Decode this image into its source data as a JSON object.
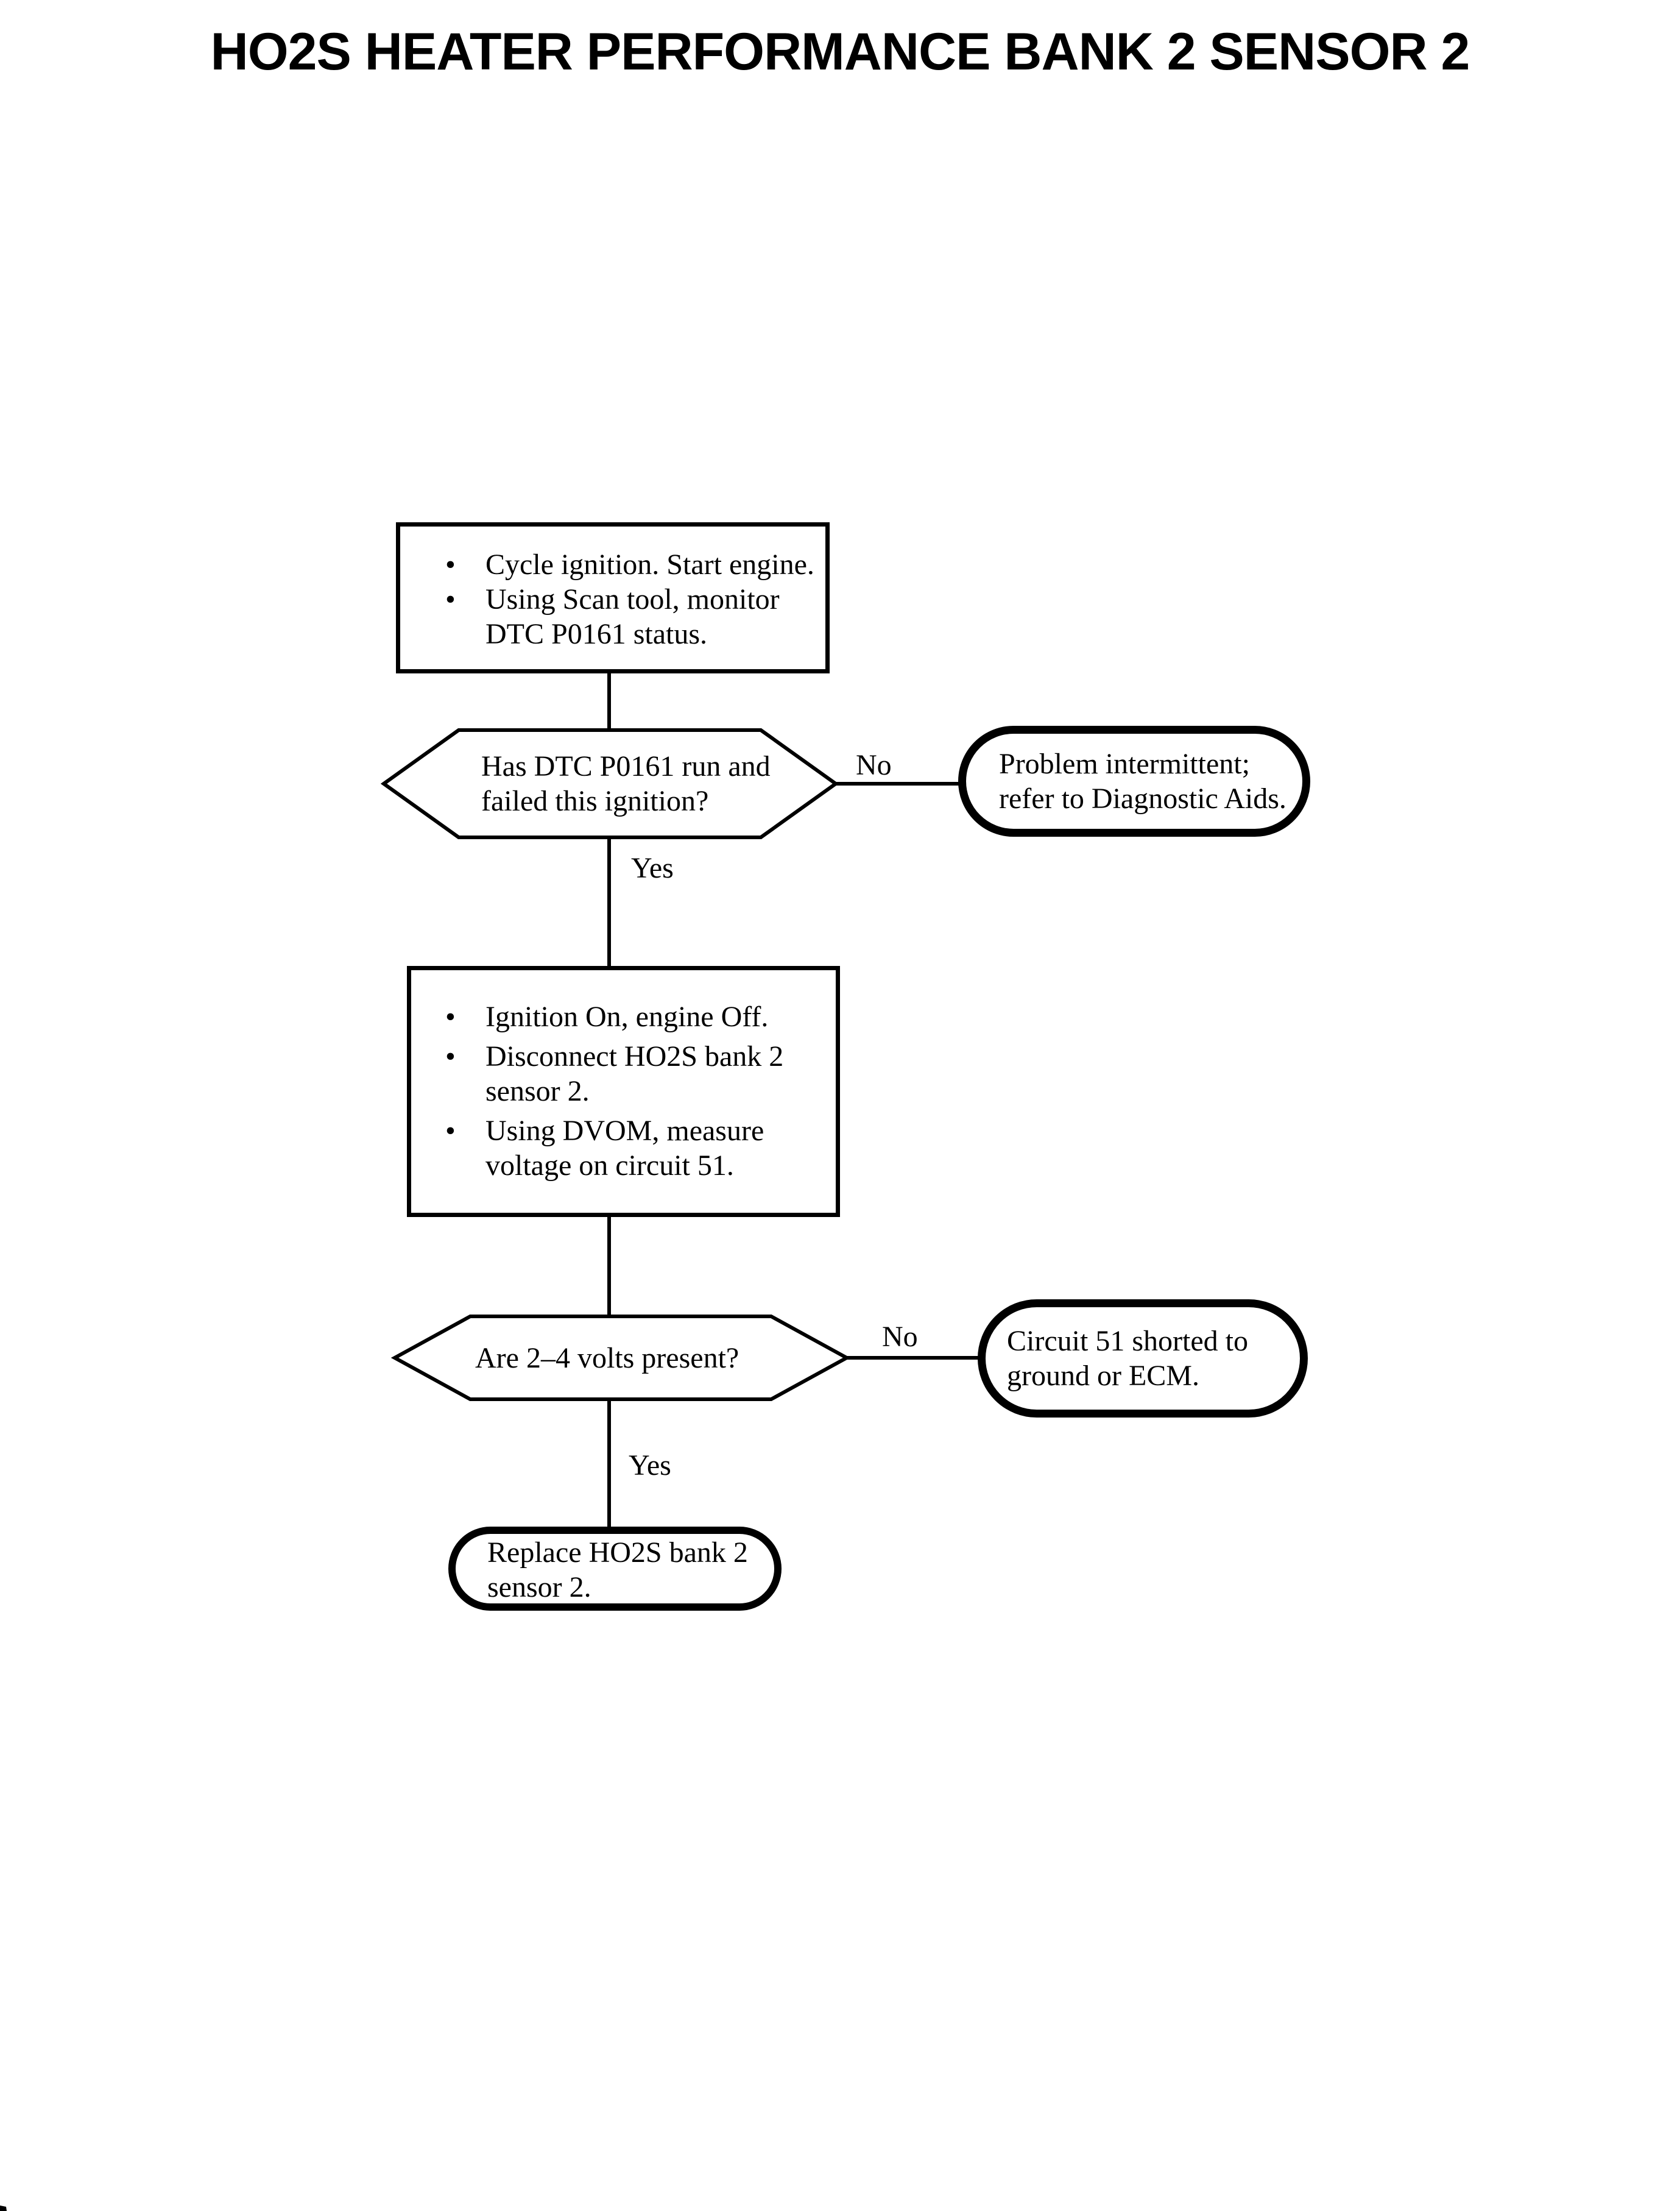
{
  "title": "HO2S HEATER PERFORMANCE BANK 2 SENSOR 2",
  "bullet_glyph": "•",
  "colors": {
    "ink": "#000000",
    "background": "#ffffff"
  },
  "flowchart": {
    "step1": {
      "items": [
        {
          "lines": [
            "Cycle ignition. Start engine."
          ]
        },
        {
          "lines": [
            "Using Scan tool, monitor",
            "DTC P0161 status."
          ]
        }
      ]
    },
    "decision1": {
      "lines": [
        "Has DTC P0161 run and",
        "failed this ignition?"
      ],
      "yes_label": "Yes",
      "no_label": "No"
    },
    "terminator1": {
      "lines": [
        "Problem intermittent;",
        "refer to Diagnostic Aids."
      ]
    },
    "step2": {
      "items": [
        {
          "lines": [
            "Ignition On, engine Off."
          ]
        },
        {
          "lines": [
            "Disconnect HO2S bank 2",
            "sensor 2."
          ]
        },
        {
          "lines": [
            "Using DVOM, measure",
            "voltage on circuit 51."
          ]
        }
      ]
    },
    "decision2": {
      "lines": [
        "Are 2–4 volts present?"
      ],
      "yes_label": "Yes",
      "no_label": "No"
    },
    "terminator2": {
      "lines": [
        "Circuit 51 shorted to",
        "ground or ECM."
      ]
    },
    "terminator3": {
      "lines": [
        "Replace HO2S bank 2",
        "sensor 2."
      ]
    }
  }
}
